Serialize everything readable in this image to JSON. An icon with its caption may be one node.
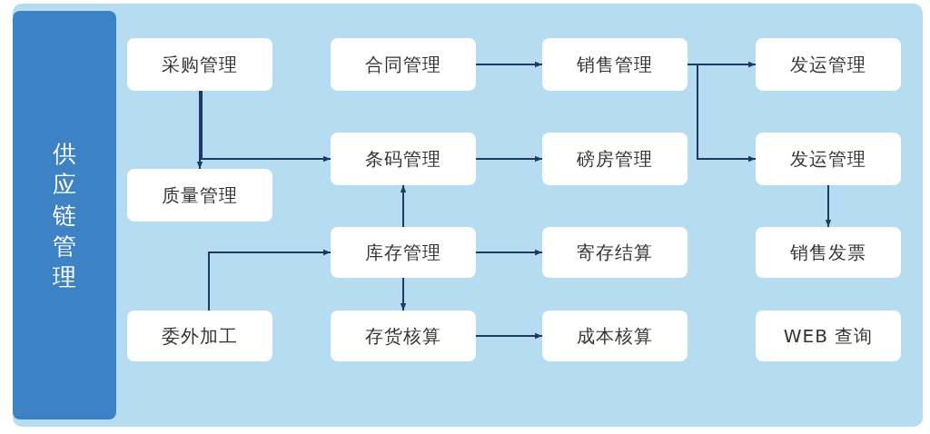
{
  "diagram": {
    "nodes": [
      {
        "text": [
          "供应链管理"
        ]
      },
      {
        "text": [
          "采购管理"
        ]
      },
      {
        "text": [
          "质量管理"
        ]
      },
      {
        "text": [
          "委外加工"
        ]
      },
      {
        "text": [
          "合同管理"
        ]
      },
      {
        "text": [
          "条码管理"
        ]
      },
      {
        "text": [
          "库存管理"
        ]
      },
      {
        "text": [
          "存货核算"
        ]
      },
      {
        "text": [
          "销售管理"
        ]
      },
      {
        "text": [
          "磅房管理"
        ]
      },
      {
        "text": [
          "寄存结算"
        ]
      },
      {
        "text": [
          "成本核算"
        ]
      },
      {
        "text": [
          "发运管理"
        ]
      },
      {
        "text": [
          "发运管理"
        ]
      },
      {
        "text": [
          "销售发票"
        ]
      },
      {
        "text": [
          "WEB 查询"
        ]
      }
    ],
    "edges": [
      {
        "from": 1,
        "to": 2,
        "arrow": "to"
      },
      {
        "from": 1,
        "to": 5,
        "arrow": "to"
      },
      {
        "from": 3,
        "to": 6,
        "arrow": "to"
      },
      {
        "from": 6,
        "to": 5,
        "arrow": "to"
      },
      {
        "from": 6,
        "to": 7,
        "arrow": "to"
      },
      {
        "from": 4,
        "to": 8,
        "arrow": "to"
      },
      {
        "from": 5,
        "to": 9,
        "arrow": "to"
      },
      {
        "from": 6,
        "to": 10,
        "arrow": "to"
      },
      {
        "from": 7,
        "to": 11,
        "arrow": "to"
      },
      {
        "from": 8,
        "to": 12,
        "arrow": "to"
      },
      {
        "from": 8,
        "to": 13,
        "arrow": "to"
      },
      {
        "from": 13,
        "to": 14,
        "arrow": "to"
      }
    ]
  }
}
